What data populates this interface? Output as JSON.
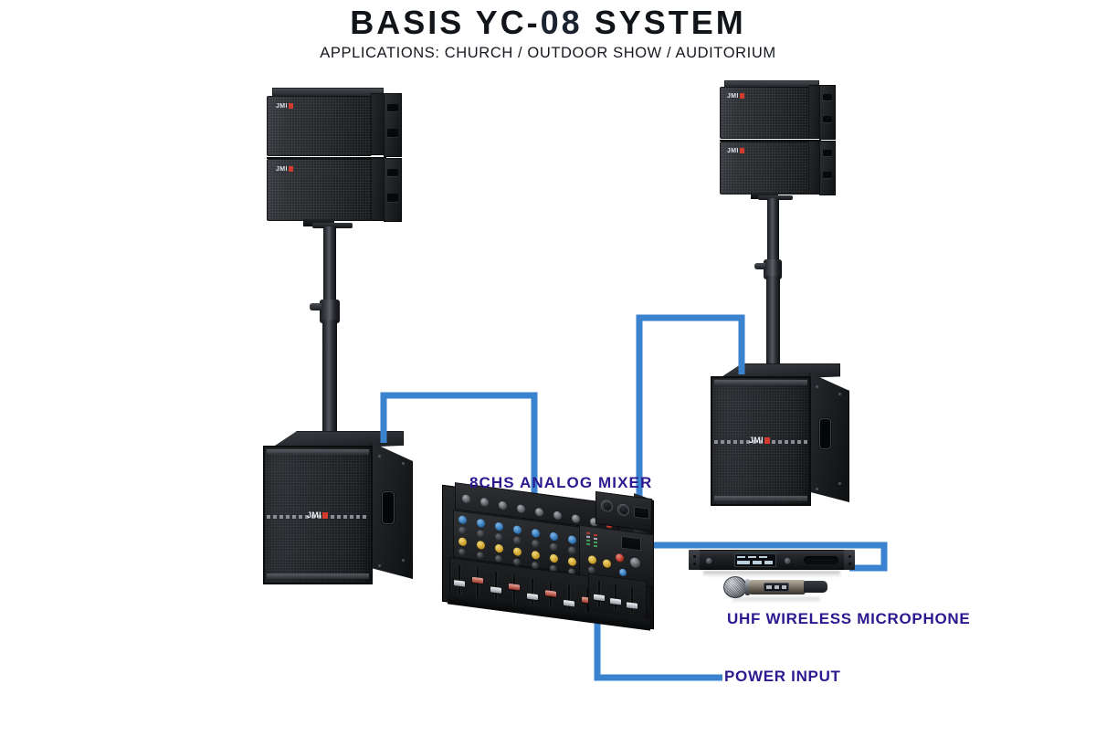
{
  "header": {
    "title_pre": "BASIS YC-",
    "title_num": "08",
    "title_post": " SYSTEM",
    "title_full": "BASIS YC-08 SYSTEM",
    "subtitle": "APPLICATIONS: CHURCH / OUTDOOR SHOW / AUDITORIUM"
  },
  "labels": {
    "mixer": "8CHS ANALOG MIXER",
    "microphone": "UHF WIRELESS MICROPHONE",
    "power": "POWER INPUT"
  },
  "brand": {
    "speaker_logo": "JMI",
    "sub_logo": "JMI"
  },
  "colors": {
    "wire_blue": "#3b83ce",
    "label_navy": "#2b1a8f",
    "title_black": "#111418",
    "cabinet_dark": "#1c1f22",
    "accent_red": "#d23b2e"
  },
  "devices": [
    {
      "name": "line-array-speaker-left-top",
      "type": "line-array-module"
    },
    {
      "name": "line-array-speaker-left-bottom",
      "type": "line-array-module"
    },
    {
      "name": "speaker-stand-left",
      "type": "tripod-pole-stand"
    },
    {
      "name": "subwoofer-left",
      "type": "subwoofer-cabinet"
    },
    {
      "name": "line-array-speaker-right-top",
      "type": "line-array-module"
    },
    {
      "name": "line-array-speaker-right-bottom",
      "type": "line-array-module"
    },
    {
      "name": "speaker-stand-right",
      "type": "tripod-pole-stand"
    },
    {
      "name": "subwoofer-right",
      "type": "subwoofer-cabinet"
    },
    {
      "name": "analog-mixer",
      "type": "8-channel-analog-mixer"
    },
    {
      "name": "wireless-receiver",
      "type": "uhf-rack-receiver"
    },
    {
      "name": "handheld-microphone",
      "type": "uhf-handheld-mic"
    }
  ],
  "connections": [
    {
      "name": "wire-subwoofer-left-to-mixer",
      "from": "subwoofer-left",
      "to": "analog-mixer"
    },
    {
      "name": "wire-subwoofer-right-to-mixer",
      "from": "subwoofer-right",
      "to": "analog-mixer"
    },
    {
      "name": "wire-mixer-to-receiver",
      "from": "analog-mixer",
      "to": "wireless-receiver"
    },
    {
      "name": "wire-mixer-to-power",
      "from": "analog-mixer",
      "to": "POWER INPUT"
    }
  ]
}
